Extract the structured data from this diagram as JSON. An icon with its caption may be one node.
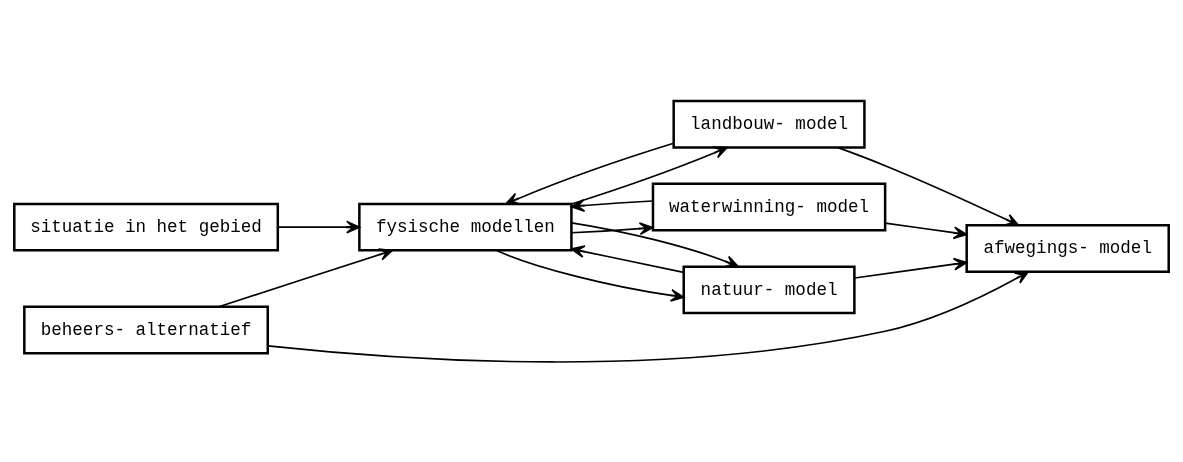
{
  "diagram": {
    "nodes": [
      {
        "text": [
          "situatie in het gebied"
        ]
      },
      {
        "text": [
          "fysische modellen"
        ]
      },
      {
        "text": [
          "landbouw- model"
        ]
      },
      {
        "text": [
          "afwegings- model"
        ]
      },
      {
        "text": [
          "beheers- alternatief"
        ]
      },
      {
        "text": [
          "waterwinning- model"
        ]
      },
      {
        "text": [
          "natuur- model"
        ]
      }
    ],
    "edges": [
      {
        "from": 0,
        "to": 1,
        "arrow": "to"
      },
      {
        "from": 4,
        "to": 1,
        "arrow": "to"
      },
      {
        "from": 1,
        "to": 2,
        "arrow": "to"
      },
      {
        "from": 2,
        "to": 1,
        "arrow": "to"
      },
      {
        "from": 2,
        "to": 3,
        "arrow": "to"
      },
      {
        "from": 1,
        "to": 5,
        "arrow": "to"
      },
      {
        "from": 5,
        "to": 1,
        "arrow": "to"
      },
      {
        "from": 1,
        "to": 6,
        "arrow": "to"
      },
      {
        "from": 6,
        "to": 1,
        "arrow": "to"
      },
      {
        "from": 1,
        "to": 6,
        "arrow": "to"
      },
      {
        "from": 5,
        "to": 3,
        "arrow": "to"
      },
      {
        "from": 6,
        "to": 3,
        "arrow": "to"
      },
      {
        "from": 4,
        "to": 3,
        "arrow": "to"
      }
    ]
  }
}
